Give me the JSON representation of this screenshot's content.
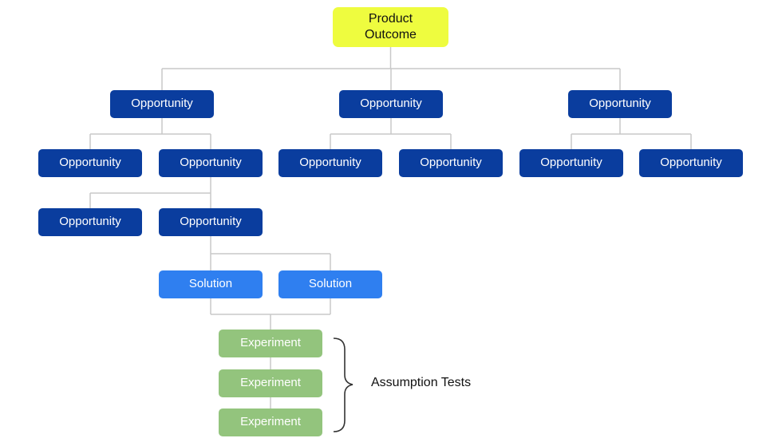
{
  "colors": {
    "outcome": "#eefc3f",
    "opportunity": "#0a3d9e",
    "solution": "#2f7ff0",
    "experiment": "#93c47d",
    "connector": "#c8c8c8",
    "brace": "#333333"
  },
  "nodes": {
    "outcome": {
      "label": "Product\nOutcome",
      "kind": "outcome"
    },
    "opp_a": {
      "label": "Opportunity",
      "kind": "opportunity"
    },
    "opp_b": {
      "label": "Opportunity",
      "kind": "opportunity"
    },
    "opp_c": {
      "label": "Opportunity",
      "kind": "opportunity"
    },
    "opp_a1": {
      "label": "Opportunity",
      "kind": "opportunity"
    },
    "opp_a2": {
      "label": "Opportunity",
      "kind": "opportunity"
    },
    "opp_b1": {
      "label": "Opportunity",
      "kind": "opportunity"
    },
    "opp_b2": {
      "label": "Opportunity",
      "kind": "opportunity"
    },
    "opp_c1": {
      "label": "Opportunity",
      "kind": "opportunity"
    },
    "opp_c2": {
      "label": "Opportunity",
      "kind": "opportunity"
    },
    "opp_a2_1": {
      "label": "Opportunity",
      "kind": "opportunity"
    },
    "opp_a2_2": {
      "label": "Opportunity",
      "kind": "opportunity"
    },
    "sol_1": {
      "label": "Solution",
      "kind": "solution"
    },
    "sol_2": {
      "label": "Solution",
      "kind": "solution"
    },
    "exp_1": {
      "label": "Experiment",
      "kind": "experiment"
    },
    "exp_2": {
      "label": "Experiment",
      "kind": "experiment"
    },
    "exp_3": {
      "label": "Experiment",
      "kind": "experiment"
    }
  },
  "annotation": {
    "label": "Assumption Tests"
  }
}
